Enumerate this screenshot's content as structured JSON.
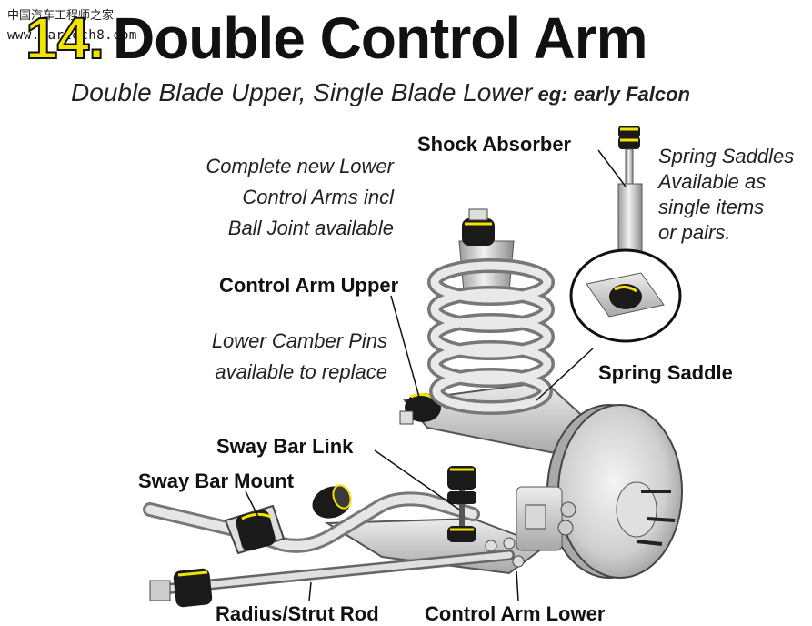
{
  "watermark": {
    "site_name": "中国汽车工程师之家",
    "url": "www.cartech8.com"
  },
  "header": {
    "number": "14.",
    "title": "Double Control Arm",
    "subtitle": "Double Blade Upper, Single Blade Lower",
    "subtitle_example": "eg: early Falcon"
  },
  "notes": {
    "lower_arms_line1": "Complete new Lower",
    "lower_arms_line2": "Control Arms incl",
    "lower_arms_line3": "Ball Joint available",
    "camber_line1": "Lower Camber Pins",
    "camber_line2": "available to replace",
    "saddles_line1": "Spring Saddles",
    "saddles_line2": "Available as",
    "saddles_line3": "single items",
    "saddles_line4": "or pairs."
  },
  "labels": {
    "shock_absorber": "Shock Absorber",
    "control_arm_upper": "Control Arm Upper",
    "spring_saddle": "Spring Saddle",
    "sway_bar_link": "Sway Bar Link",
    "sway_bar_mount": "Sway Bar Mount",
    "radius_strut_rod": "Radius/Strut Rod",
    "control_arm_lower": "Control Arm Lower"
  },
  "colors": {
    "bushing_highlight": "#f2e300",
    "bushing_body": "#1a1a1a",
    "metal": "#cfcfcf"
  }
}
